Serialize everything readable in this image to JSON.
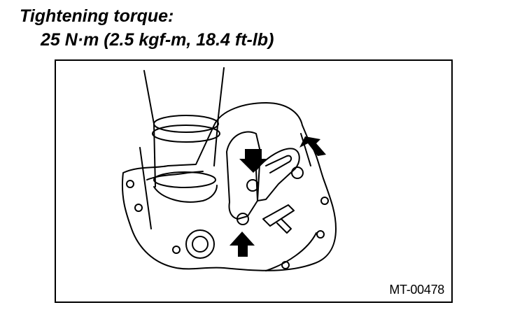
{
  "heading": {
    "label": "Tightening torque:",
    "value": "25 N·m (2.5 kgf-m, 18.4 ft-lb)"
  },
  "figure": {
    "code": "MT-00478",
    "arrow_count": 3,
    "line_color": "#000000",
    "background_color": "#ffffff"
  }
}
